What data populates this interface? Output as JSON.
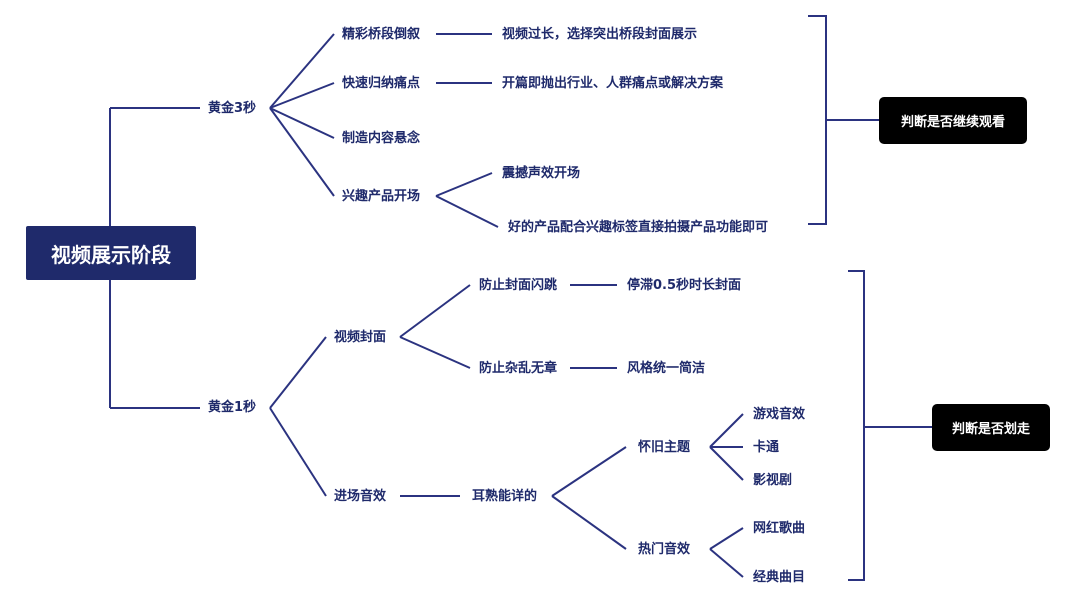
{
  "root": {
    "label": "视频展示阶段"
  },
  "branches": [
    {
      "label": "黄金3秒",
      "verdict": "判断是否继续观看",
      "items": [
        {
          "label": "精彩桥段倒叙",
          "children": [
            "视频过长，选择突出桥段封面展示"
          ]
        },
        {
          "label": "快速归纳痛点",
          "children": [
            "开篇即抛出行业、人群痛点或解决方案"
          ]
        },
        {
          "label": "制造内容悬念",
          "children": []
        },
        {
          "label": "兴趣产品开场",
          "children": [
            "震撼声效开场",
            "好的产品配合兴趣标签直接拍摄产品功能即可"
          ]
        }
      ]
    },
    {
      "label": "黄金1秒",
      "verdict": "判断是否划走",
      "items": [
        {
          "label": "视频封面",
          "sub": [
            {
              "label": "防止封面闪跳",
              "children": [
                "停滞0.5秒时长封面"
              ]
            },
            {
              "label": "防止杂乱无章",
              "children": [
                "风格统一简洁"
              ]
            }
          ]
        },
        {
          "label": "进场音效",
          "sub": [
            {
              "label": "耳熟能详的",
              "groups": [
                {
                  "label": "怀旧主题",
                  "children": [
                    "游戏音效",
                    "卡通",
                    "影视剧"
                  ]
                },
                {
                  "label": "热门音效",
                  "children": [
                    "网红歌曲",
                    "经典曲目"
                  ]
                }
              ]
            }
          ]
        }
      ]
    }
  ],
  "colors": {
    "line": "#2b3380",
    "root_bg": "#1f2a6b",
    "text": "#1f2a6b",
    "verdict_bg": "#000000"
  }
}
